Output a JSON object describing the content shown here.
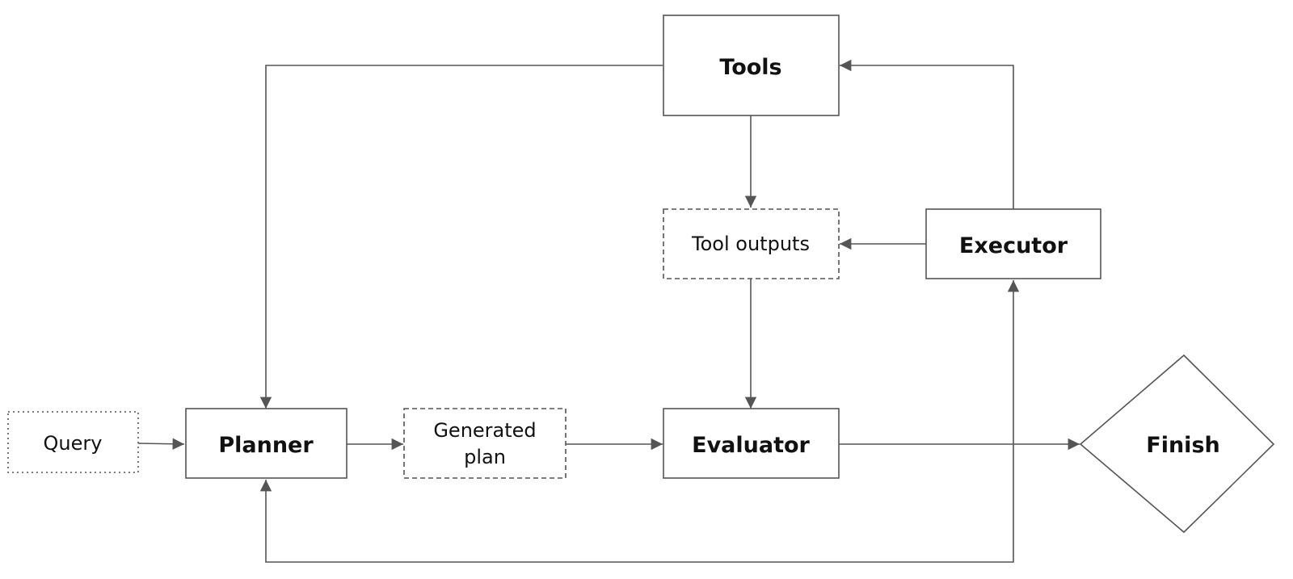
{
  "nodes": {
    "query": "Query",
    "planner": "Planner",
    "generated_plan_line1": "Generated",
    "generated_plan_line2": "plan",
    "evaluator": "Evaluator",
    "tools": "Tools",
    "tool_outputs": "Tool outputs",
    "executor": "Executor",
    "finish": "Finish"
  },
  "colors": {
    "stroke": "#555555",
    "text": "#111111"
  }
}
